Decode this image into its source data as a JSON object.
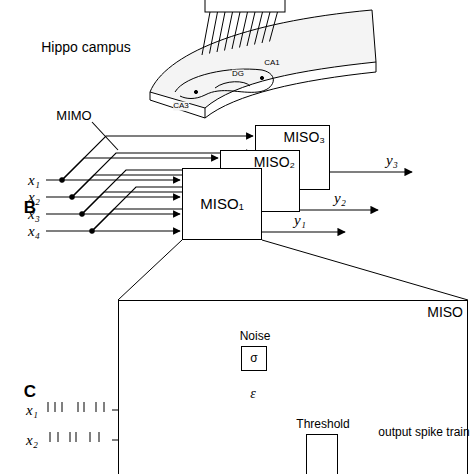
{
  "diagram": {
    "nodes": [
      {
        "text": [
          "MISO₃"
        ]
      },
      {
        "text": [
          "MISO₂"
        ]
      },
      {
        "text": [
          "MISO₁"
        ]
      },
      {
        "text": [
          "MISO"
        ]
      },
      {
        "text": [
          "Noise",
          "σ"
        ],
        "in": 3
      },
      {
        "text": [
          "Threshold"
        ],
        "in": 3
      }
    ],
    "labels": [
      "Hippo campus",
      "CA1",
      "CA3",
      "DG",
      "B",
      "MIMO",
      "x₁",
      "x₂",
      "x₃",
      "x₄",
      "y₃",
      "y₂",
      "y₁",
      "C",
      "x₁",
      "x₂",
      "ε",
      "output spike train"
    ]
  }
}
